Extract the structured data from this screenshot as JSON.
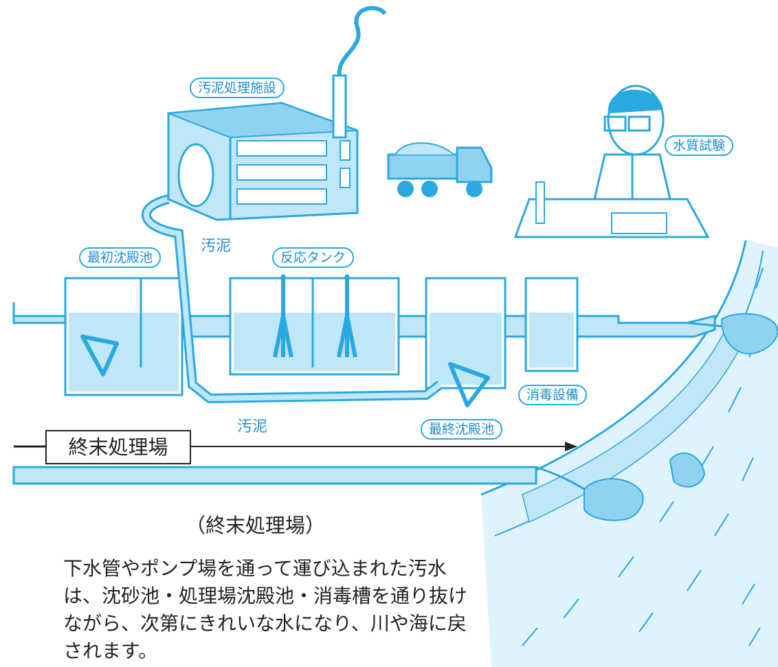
{
  "labels": {
    "sludge_facility": "汚泥処理施設",
    "water_test": "水質試験",
    "primary_tank": "最初沈殿池",
    "reaction_tank": "反応タンク",
    "sludge_1": "汚泥",
    "sludge_2": "汚泥",
    "disinfection": "消毒設備",
    "final_tank": "最終沈殿池"
  },
  "facility": "終末処理場",
  "caption": {
    "title": "（終末処理場）",
    "body": "下水管やポンプ場を通って運び込まれた汚水は、沈砂池・処理場沈殿池・消毒槽を通り抜けながら、次第にきれいな水になり、川や海に戻されます。"
  },
  "colors": {
    "line": "#2aa8e0",
    "water": "#bfe7f8",
    "water_dark": "#8fd3f1",
    "ink": "#222222"
  }
}
